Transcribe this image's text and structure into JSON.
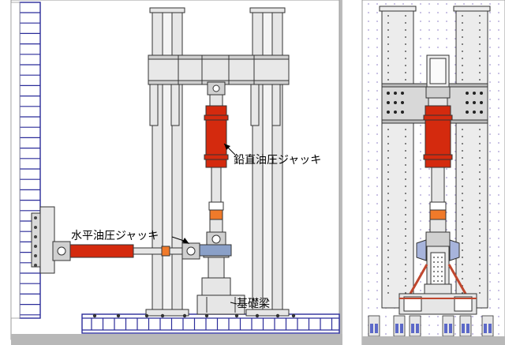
{
  "labels": {
    "vertical_jack": "鉛直油圧ジャッキ",
    "horizontal_jack": "水平油圧ジャッキ",
    "foundation_beam": "基礎梁"
  },
  "colors": {
    "jack_red": "#d42a0e",
    "frame_blue": "#2b2c9a",
    "steel_grey": "#e4e4e4",
    "outline": "#333333",
    "base_grey": "#b8b8b8",
    "grid_dot": "#b9b0dc",
    "orange": "#f07a2a"
  }
}
